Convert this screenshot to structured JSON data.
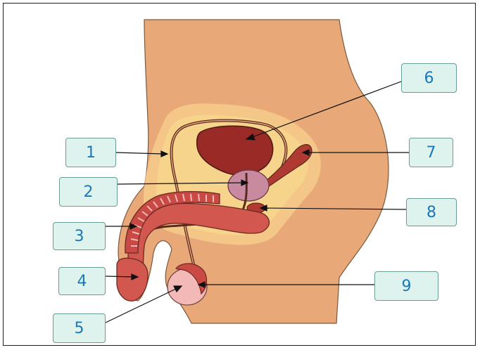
{
  "diagram": {
    "labels": [
      {
        "id": "1",
        "text": "1"
      },
      {
        "id": "2",
        "text": "2"
      },
      {
        "id": "3",
        "text": "3"
      },
      {
        "id": "4",
        "text": "4"
      },
      {
        "id": "5",
        "text": "5"
      },
      {
        "id": "6",
        "text": "6"
      },
      {
        "id": "7",
        "text": "7"
      },
      {
        "id": "8",
        "text": "8"
      },
      {
        "id": "9",
        "text": "9"
      }
    ],
    "colors": {
      "body": "#e8a878",
      "pelvic_region": "#f7d48c",
      "pelvic_region_outer": "#f5c98a",
      "bladder": "#9a2a25",
      "prostate": "#c98aa0",
      "duct": "#b03a32",
      "penis_tissue": "#d2574e",
      "testis": "#f3b9b7",
      "label_fill": "#dff3ee",
      "label_text": "#1b78b8"
    }
  }
}
